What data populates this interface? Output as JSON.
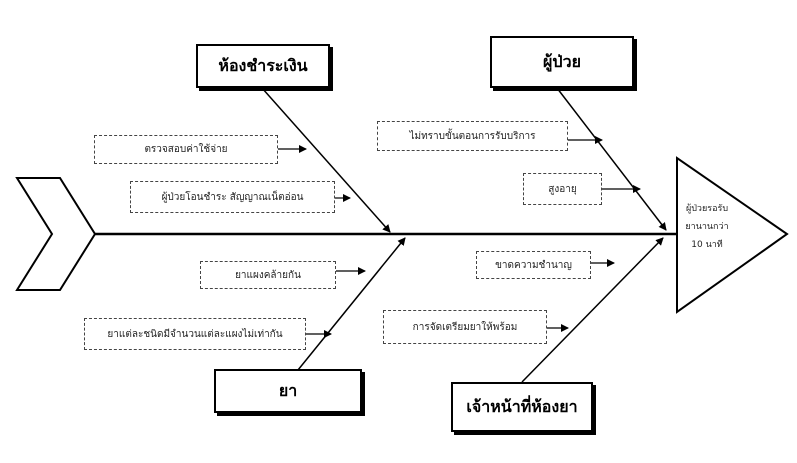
{
  "diagram": {
    "type": "fishbone",
    "effect": {
      "lines": [
        "ผู้ป่วยรอรับ",
        "ยานานกว่า",
        "10 นาที"
      ]
    },
    "categories": {
      "payment_room": "ห้องชำระเงิน",
      "patient": "ผู้ป่วย",
      "medicine": "ยา",
      "pharmacy_staff": "เจ้าหน้าที่ห้องยา"
    },
    "causes": {
      "check_expenses": "ตรวจสอบค่าใช้จ่าย",
      "transfer_signal": "ผู้ป่วยโอนชำระ สัญญาณเน็ตอ่อน",
      "unaware_process": "ไม่ทราบขั้นตอนการรับบริการ",
      "elderly": "สูงอายุ",
      "similar_drugs": "ยาแผงคล้ายกัน",
      "varied_quantities": "ยาแต่ละชนิดมีจำนวนแต่ละแผงไม่เท่ากัน",
      "lack_expertise": "ขาดความชำนาญ",
      "not_prepared": "การจัดเตรียมยาให้พร้อม"
    },
    "colors": {
      "line": "#000000",
      "dashed_border": "#444444"
    }
  }
}
